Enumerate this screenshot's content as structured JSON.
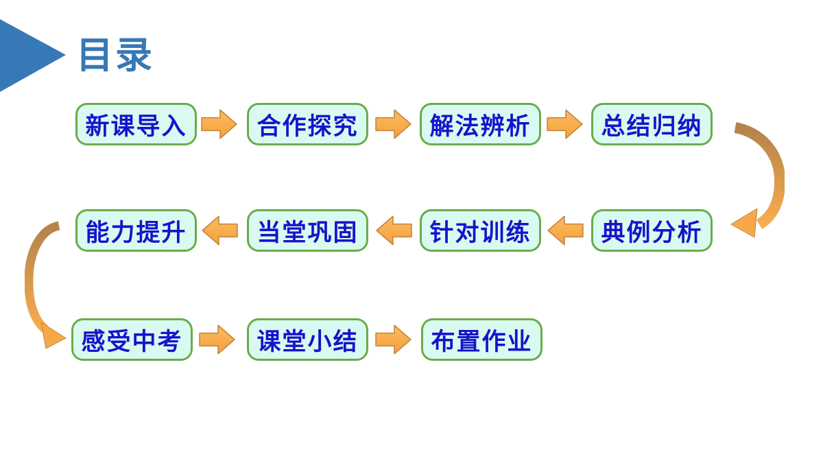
{
  "slide": {
    "title": "目录",
    "rows": [
      [
        "新课导入",
        "合作探究",
        "解法辨析",
        "总结归纳"
      ],
      [
        "能力提升",
        "当堂巩固",
        "针对训练",
        "典例分析"
      ],
      [
        "感受中考",
        "课堂小结",
        "布置作业"
      ]
    ],
    "colors": {
      "title_blue": "#3778B6",
      "box_fill": "#D9FAF0",
      "box_border_green": "#69AC4B",
      "box_text_blue": "#1713CC",
      "arrow_orange": "#F8AB49",
      "arrow_outline": "#C18539",
      "curve_dark_tan": "#B3834B"
    }
  }
}
